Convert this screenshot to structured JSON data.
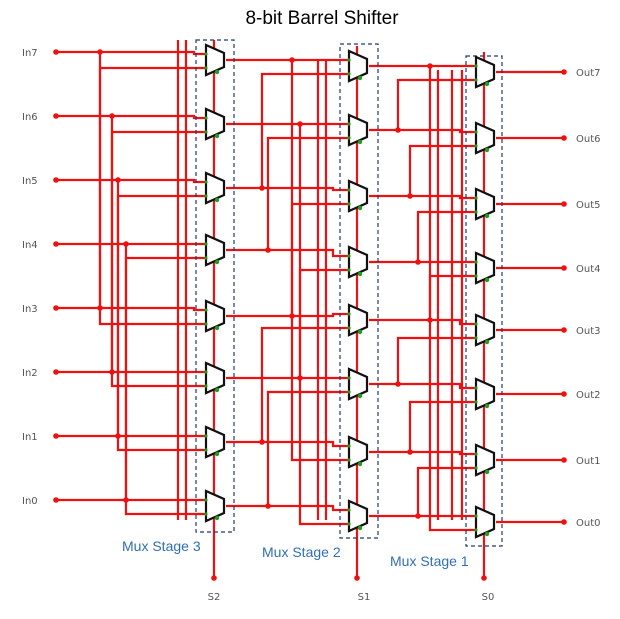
{
  "title": "8-bit Barrel Shifter",
  "inputs": [
    "In7",
    "In6",
    "In5",
    "In4",
    "In3",
    "In2",
    "In1",
    "In0"
  ],
  "outputs": [
    "Out7",
    "Out6",
    "Out5",
    "Out4",
    "Out3",
    "Out2",
    "Out1",
    "Out0"
  ],
  "selects": [
    "S2",
    "S1",
    "S0"
  ],
  "stages": [
    "Mux Stage 3",
    "Mux Stage 2",
    "Mux Stage 1"
  ],
  "colors": {
    "wire": "#ee1111",
    "mux_outline": "#111111",
    "pin": "#1aa01a",
    "stage_label": "#2f6fb5",
    "box": "#1f3a6b"
  }
}
